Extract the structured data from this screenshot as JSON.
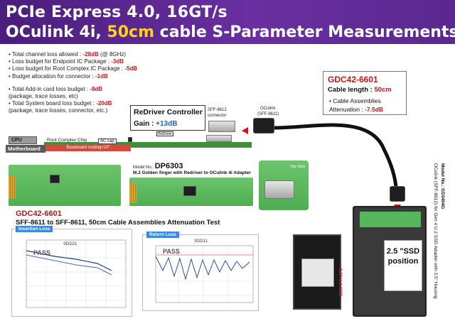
{
  "header": {
    "line1": "PCIe Express 4.0, 16GT/s",
    "line2_pre": "OCulink 4i, ",
    "line2_hl": "50cm",
    "line2_post": " cable S-Parameter Measurements"
  },
  "bullets": {
    "b1_pre": "• Total channel loss allowed : ",
    "b1_val": "-28dB",
    "b1_post": " (@ 8GHz)",
    "b2_pre": "• Loss budget for Endpoint IC Package : ",
    "b2_val": "-3dB",
    "b3_pre": "• Loss budget for Root Complex IC Package : ",
    "b3_val": "-5dB",
    "b4_pre": "• Budget allocation for connector : ",
    "b4_val": "-1dB",
    "b5_pre": "• Total Add-in card loss budget : ",
    "b5_val": "-8dB",
    "b5_sub": "   (package, trace losses, etc)",
    "b6_pre": "• Total System board loss budget : ",
    "b6_val": "-20dB",
    "b6_sub": "   (package, trace losses, connector, etc.)"
  },
  "redriver": {
    "title": "ReDriver Controller",
    "gain_pre": "Gain : ",
    "gain_val": "+13dB",
    "chip": "ReDriver"
  },
  "labels": {
    "sff8612": "SFF-8612",
    "connector": "connector",
    "oculink": "OCulink",
    "sff8611": "(SFF-8611)",
    "cpu": "CPU",
    "root_complex": "Root Complex Chip",
    "motherboard": "Motherboard",
    "routing": "Baseboard routing<10\"",
    "accap": "AC cap",
    "model_pre": "Model No.: ",
    "model": "DP6303",
    "adapter": "M.2 Golden finger with Redriver to OCulink 4i Adapter",
    "top_side": "Top Side"
  },
  "gdc_box": {
    "model": "GDC42-6601",
    "len_pre": "Cable length : ",
    "len_val": "50cm",
    "b1": "• Cable Assemblies",
    "b2_pre": "Attenuation : ",
    "b2_val": "-7.5dB"
  },
  "mid": {
    "model": "GDC42-6601",
    "subtitle": "SFF-8611 to SFF-8611, 50cm Cable Assemblies Attenuation Test"
  },
  "graph1": {
    "tag": "Insertion Loss",
    "pass": "PASS",
    "title": "SDD21"
  },
  "graph2": {
    "tag": "Return Loss",
    "pass": "PASS",
    "title": "SDD11"
  },
  "side": {
    "line1": "Model No.: GD3404G",
    "line2": "OCulink (SFF-8612) for Gen 4 U.2 SSD Adapter with 3.5\" Housing"
  },
  "ssd": {
    "line1": "2.5 \"SSD",
    "line2": "position",
    "u2": "2.5\" U.2 SSD"
  }
}
